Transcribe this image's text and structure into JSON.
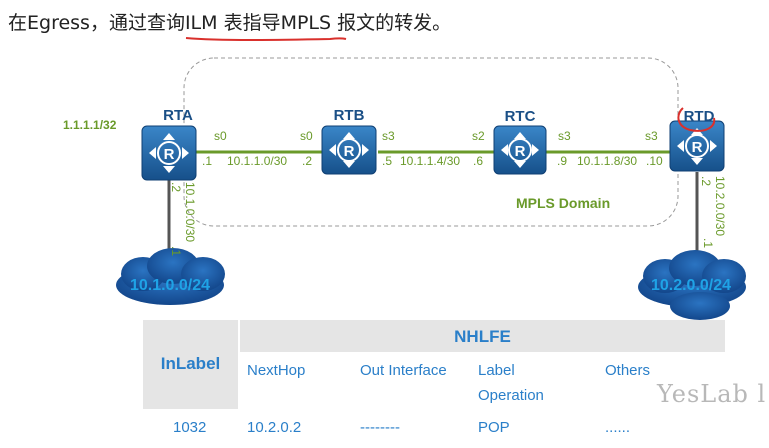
{
  "title": "在Egress，通过查询ILM 表指导MPLS 报文的转发。",
  "routers": [
    {
      "id": "rta",
      "name": "RTA"
    },
    {
      "id": "rtb",
      "name": "RTB"
    },
    {
      "id": "rtc",
      "name": "RTC"
    },
    {
      "id": "rtd",
      "name": "RTD"
    }
  ],
  "router_icon_letter": "R",
  "address_rta": "1.1.1.1/32",
  "domain_label": "MPLS Domain",
  "links": {
    "ab": {
      "left_if": "s0",
      "right_if": "s0",
      "left_host": ".1",
      "net": "10.1.1.0/30",
      "right_host": ".2"
    },
    "bc": {
      "left_if": "s3",
      "right_if": "s2",
      "left_host": ".5",
      "net": "10.1.1.4/30",
      "right_host": ".6"
    },
    "cd": {
      "left_if": "s3",
      "right_if": "s3",
      "left_host": ".9",
      "net": "10.1.1.8/30",
      "right_host": ".10"
    },
    "a_down": {
      "top_host": ".2",
      "net": "10.1.0.0/30",
      "bottom_host": ".1"
    },
    "d_down": {
      "top_host": ".2",
      "net": "10.2.0.0/30",
      "bottom_host": ".1"
    }
  },
  "clouds": {
    "left": "10.1.0.0/24",
    "right": "10.2.0.0/24"
  },
  "table": {
    "nhlfe_header": "NHLFE",
    "inlabel_header": "InLabel",
    "columns": [
      "NextHop",
      "Out Interface",
      "Label",
      "Operation",
      "Others"
    ],
    "row": {
      "inlabel": "1032",
      "nexthop": "10.2.0.2",
      "out_interface": "--------",
      "label_operation": "POP",
      "others": "......"
    }
  },
  "watermark": "YesLab l",
  "colors": {
    "router_blue": "#1a5e9a",
    "link_green": "#6a9a2a",
    "cloud_blue": "#1a5aa8",
    "cloud_text": "#1fa3e6",
    "table_text": "#2a7fc9",
    "annotation_red": "#d9302c"
  }
}
